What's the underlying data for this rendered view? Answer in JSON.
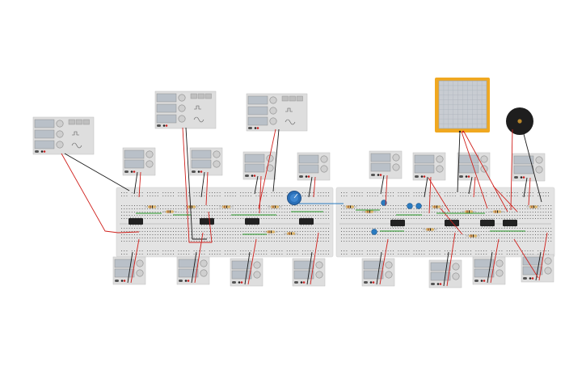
{
  "workspace": {
    "boards": [
      {
        "name": "breadboard-left"
      },
      {
        "name": "breadboard-right"
      }
    ],
    "function_generators": [
      {
        "name": "function-generator-1"
      },
      {
        "name": "function-generator-2"
      },
      {
        "name": "function-generator-3"
      }
    ],
    "power_supplies": [
      {
        "name": "power-supply-top-1"
      },
      {
        "name": "power-supply-top-2"
      },
      {
        "name": "power-supply-top-3"
      },
      {
        "name": "power-supply-top-4"
      },
      {
        "name": "power-supply-top-5"
      },
      {
        "name": "power-supply-top-6"
      },
      {
        "name": "power-supply-top-7"
      },
      {
        "name": "power-supply-top-8"
      },
      {
        "name": "power-supply-bottom-1"
      },
      {
        "name": "power-supply-bottom-2"
      },
      {
        "name": "power-supply-bottom-3"
      },
      {
        "name": "power-supply-bottom-4"
      },
      {
        "name": "power-supply-bottom-5"
      },
      {
        "name": "power-supply-bottom-6"
      },
      {
        "name": "power-supply-bottom-7"
      },
      {
        "name": "power-supply-bottom-8"
      }
    ],
    "ics": [
      {
        "name": "ic-chip-1"
      },
      {
        "name": "ic-chip-2"
      },
      {
        "name": "ic-chip-3"
      },
      {
        "name": "ic-chip-4"
      },
      {
        "name": "ic-chip-5"
      },
      {
        "name": "ic-chip-6"
      },
      {
        "name": "ic-chip-7"
      },
      {
        "name": "ic-chip-8"
      }
    ],
    "oscilloscope": {
      "name": "oscilloscope"
    },
    "buzzer": {
      "name": "piezo-buzzer"
    },
    "potentiometer": {
      "name": "potentiometer-knob"
    }
  },
  "colors": {
    "board": "#e3e3e3",
    "hole": "#6b6b6b",
    "wire_red": "#d0201c",
    "wire_black": "#1a1a1a",
    "wire_green": "#2a9a2a",
    "wire_blue": "#2a7bc0",
    "instrument_body": "#dedede",
    "instrument_screen": "#b9c0c8",
    "oscilloscope_frame": "#f0a820",
    "oscilloscope_screen": "#c8ccd2",
    "buzzer_body": "#1e1e1e",
    "buzzer_center": "#b8862a",
    "potentiometer": "#2a6fb8",
    "ic_body": "#222222",
    "resistor_body": "#d9b26a"
  },
  "icons": {
    "function_generator_waves": [
      "square-wave-icon",
      "triangle-wave-icon",
      "sine-wave-icon"
    ],
    "knob": "knob-icon",
    "terminal": "terminal-icon"
  }
}
